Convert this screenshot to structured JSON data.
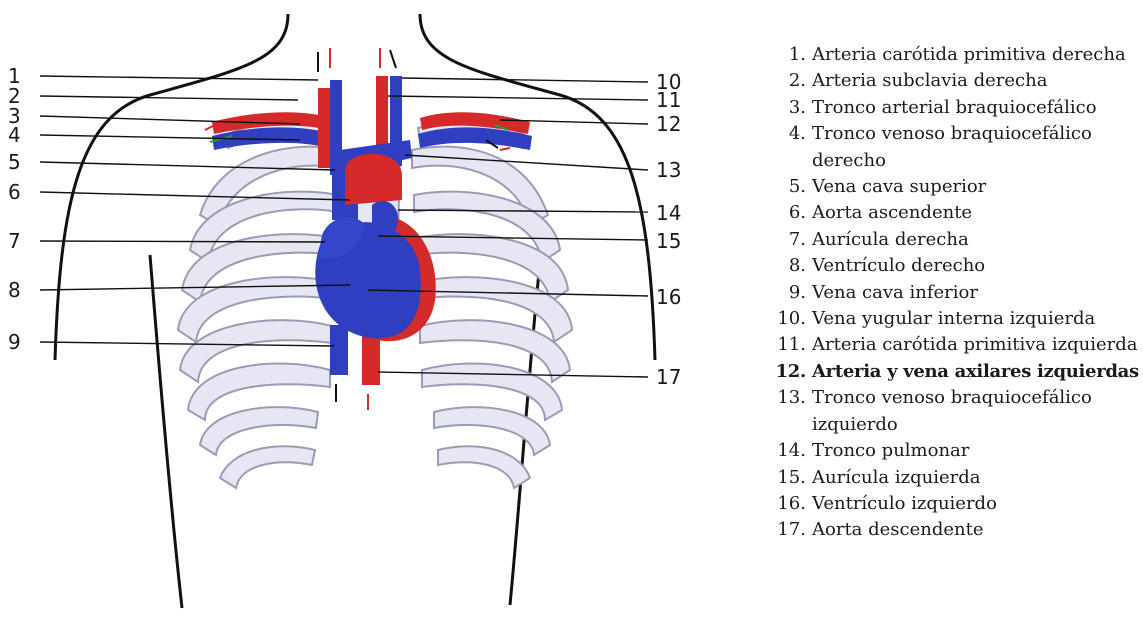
{
  "diagram": {
    "left_callouts": [
      {
        "num": "1"
      },
      {
        "num": "2"
      },
      {
        "num": "3"
      },
      {
        "num": "4"
      },
      {
        "num": "5"
      },
      {
        "num": "6"
      },
      {
        "num": "7"
      },
      {
        "num": "8"
      },
      {
        "num": "9"
      }
    ],
    "right_callouts": [
      {
        "num": "10"
      },
      {
        "num": "11"
      },
      {
        "num": "12"
      },
      {
        "num": "13"
      },
      {
        "num": "14"
      },
      {
        "num": "15"
      },
      {
        "num": "16"
      },
      {
        "num": "17"
      }
    ],
    "colors": {
      "artery_red": "#d42a2a",
      "vein_blue": "#2f3fbf",
      "rib_fill": "#e6e7f2",
      "rib_stroke": "#9a9cb6",
      "outline": "#111111"
    }
  },
  "legend": {
    "items": [
      {
        "number": "1.",
        "text": "Arteria carótida primitiva derecha"
      },
      {
        "number": "2.",
        "text": "Arteria subclavia derecha"
      },
      {
        "number": "3.",
        "text": "Tronco arterial braquiocefálico"
      },
      {
        "number": "4.",
        "text": "Tronco venoso braquiocefálico derecho"
      },
      {
        "number": "5.",
        "text": "Vena cava superior"
      },
      {
        "number": "6.",
        "text": "Aorta ascendente"
      },
      {
        "number": "7.",
        "text": "Aurícula derecha"
      },
      {
        "number": "8.",
        "text": "Ventrículo derecho"
      },
      {
        "number": "9.",
        "text": "Vena cava inferior"
      },
      {
        "number": "10.",
        "text": "Vena yugular interna izquierda"
      },
      {
        "number": "11.",
        "text": "Arteria carótida primitiva izquierda"
      },
      {
        "number": "12.",
        "text": "Arteria y vena axilares izquierdas"
      },
      {
        "number": "13.",
        "text": "Tronco venoso braquiocefálico izquierdo"
      },
      {
        "number": "14.",
        "text": "Tronco pulmonar"
      },
      {
        "number": "15.",
        "text": "Aurícula izquierda"
      },
      {
        "number": "16.",
        "text": "Ventrículo izquierdo"
      },
      {
        "number": "17.",
        "text": "Aorta descendente"
      }
    ]
  }
}
